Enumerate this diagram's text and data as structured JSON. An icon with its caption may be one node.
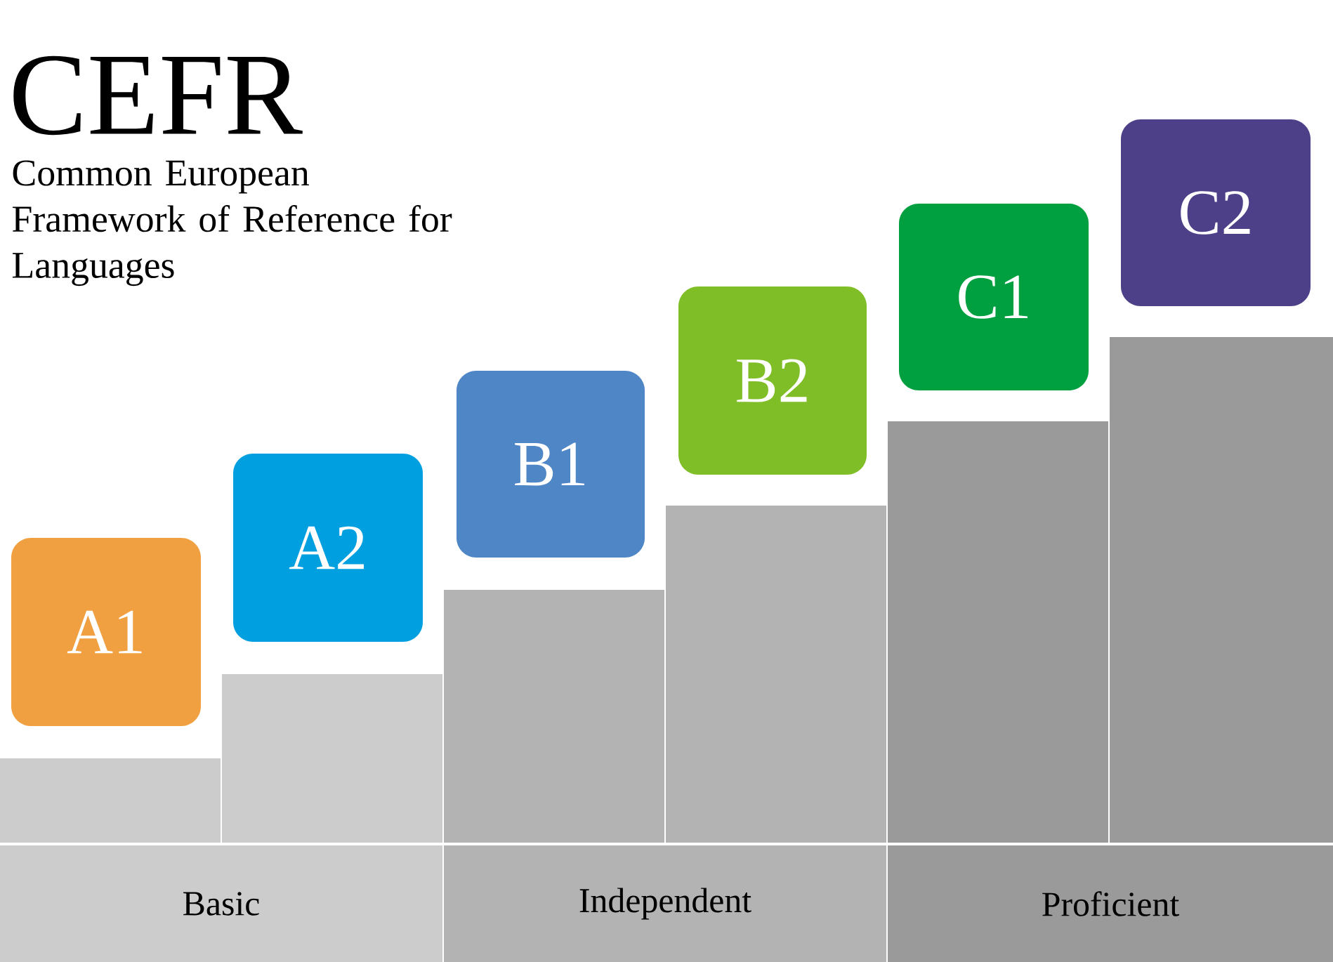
{
  "diagram": {
    "title": "CEFR",
    "nodes": [
      {
        "text": [
          "A1"
        ]
      },
      {
        "text": [
          "A2"
        ]
      },
      {
        "text": [
          "B1"
        ]
      },
      {
        "text": [
          "B2"
        ]
      },
      {
        "text": [
          "C1"
        ]
      },
      {
        "text": [
          "C2"
        ]
      },
      {
        "text": [
          "Basic"
        ]
      },
      {
        "text": [
          "Independent"
        ]
      },
      {
        "text": [
          "Proficient"
        ]
      },
      {
        "text": [],
        "shape": "bar"
      },
      {
        "text": [],
        "shape": "bar"
      },
      {
        "text": [],
        "shape": "bar"
      },
      {
        "text": [],
        "shape": "bar"
      },
      {
        "text": [],
        "shape": "bar"
      },
      {
        "text": [],
        "shape": "bar"
      }
    ],
    "labels": [
      "Common European Framework of Reference for Languages"
    ]
  }
}
